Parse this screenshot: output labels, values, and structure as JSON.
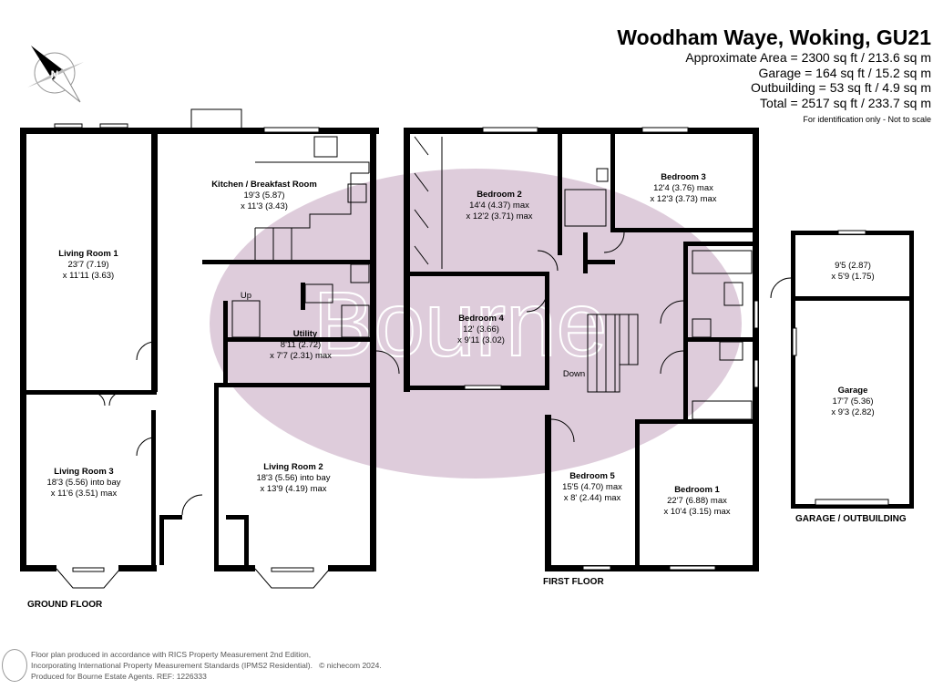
{
  "header": {
    "title": "Woodham Waye, Woking, GU21",
    "areas": [
      "Approximate Area = 2300 sq ft / 213.6 sq m",
      "Garage = 164 sq ft / 15.2 sq m",
      "Outbuilding = 53 sq ft / 4.9 sq m",
      "Total = 2517 sq ft / 233.7 sq m"
    ],
    "note": "For identification only - Not to scale"
  },
  "compass": {
    "label": "N"
  },
  "watermark": "Bourne",
  "floors": {
    "ground": "GROUND FLOOR",
    "first": "FIRST FLOOR",
    "garage": "GARAGE / OUTBUILDING"
  },
  "rooms": {
    "living1": {
      "name": "Living Room 1",
      "l1": "23'7 (7.19)",
      "l2": "x 11'11 (3.63)"
    },
    "kitchen": {
      "name": "Kitchen / Breakfast Room",
      "l1": "19'3 (5.87)",
      "l2": "x 11'3 (3.43)"
    },
    "utility": {
      "name": "Utility",
      "l1": "8'11 (2.72)",
      "l2": "x 7'7 (2.31) max"
    },
    "living3": {
      "name": "Living Room 3",
      "l1": "18'3 (5.56) into bay",
      "l2": "x 11'6 (3.51) max"
    },
    "living2": {
      "name": "Living Room 2",
      "l1": "18'3 (5.56) into bay",
      "l2": "x 13'9 (4.19) max"
    },
    "bed2": {
      "name": "Bedroom 2",
      "l1": "14'4 (4.37) max",
      "l2": "x 12'2 (3.71) max"
    },
    "bed3": {
      "name": "Bedroom 3",
      "l1": "12'4 (3.76) max",
      "l2": "x 12'3 (3.73) max"
    },
    "bed4": {
      "name": "Bedroom 4",
      "l1": "12' (3.66)",
      "l2": "x 9'11 (3.02)"
    },
    "bed5": {
      "name": "Bedroom 5",
      "l1": "15'5 (4.70) max",
      "l2": "x 8' (2.44) max"
    },
    "bed1": {
      "name": "Bedroom 1",
      "l1": "22'7 (6.88) max",
      "l2": "x 10'4 (3.15) max"
    },
    "outbuilding": {
      "l1": "9'5 (2.87)",
      "l2": "x 5'9 (1.75)"
    },
    "garage": {
      "name": "Garage",
      "l1": "17'7 (5.36)",
      "l2": "x 9'3 (2.82)"
    }
  },
  "stairs": {
    "up": "Up",
    "down": "Down"
  },
  "footer": {
    "lines": [
      "Floor plan produced in accordance with RICS Property Measurement 2nd Edition,",
      "Incorporating International Property Measurement Standards (IPMS2 Residential).",
      "Produced for Bourne Estate Agents.   REF:  1226333"
    ],
    "copyright": "© nichecom 2024."
  },
  "colors": {
    "watermark": "#d8c3d5",
    "wall": "#000000"
  }
}
